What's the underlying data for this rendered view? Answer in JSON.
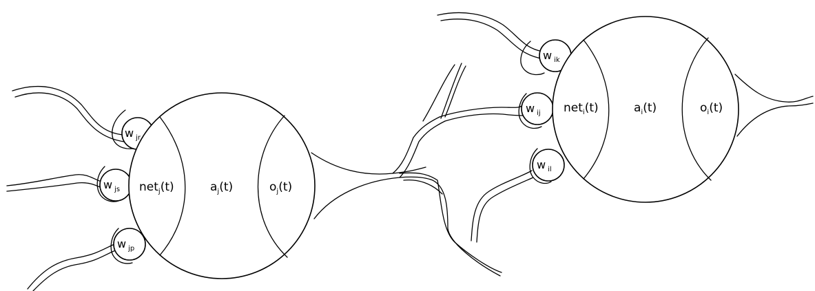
{
  "neuron_j": {
    "net_base": "net",
    "net_sub": "j",
    "net_suffix": "(t)",
    "act_base": "a",
    "act_sub": "j",
    "act_suffix": "(t)",
    "out_base": "o",
    "out_sub": "j",
    "out_suffix": "(t)",
    "weights": [
      {
        "base": "w",
        "sub": "jr"
      },
      {
        "base": "w",
        "sub": "js"
      },
      {
        "base": "w",
        "sub": "jp"
      }
    ]
  },
  "neuron_i": {
    "net_base": "net",
    "net_sub": "i",
    "net_suffix": "(t)",
    "act_base": "a",
    "act_sub": "i",
    "act_suffix": "(t)",
    "out_base": "o",
    "out_sub": "i",
    "out_suffix": "(t)",
    "weights": [
      {
        "base": "w",
        "sub": "ik"
      },
      {
        "base": "w",
        "sub": "ij"
      },
      {
        "base": "w",
        "sub": "il"
      }
    ]
  },
  "colors": {
    "stroke": "#000000",
    "background": "#ffffff"
  }
}
